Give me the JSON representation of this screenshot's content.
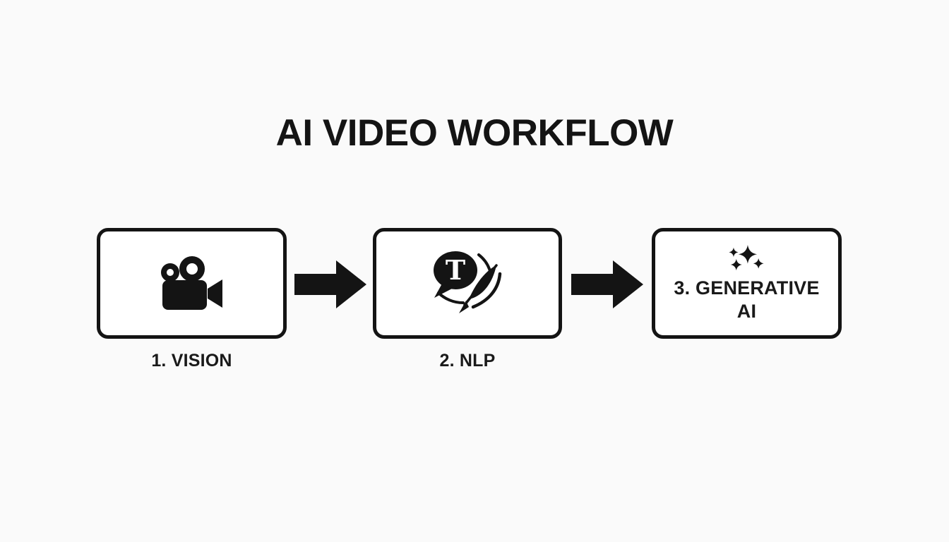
{
  "title": "AI VIDEO WORKFLOW",
  "colors": {
    "ink": "#141414",
    "background": "#fafafa",
    "box_fill": "#ffffff"
  },
  "workflow": {
    "steps": [
      {
        "label": "1. VISION",
        "icon": "video-camera-icon",
        "label_position": "below-box"
      },
      {
        "label": "2. NLP",
        "icon": "speech-bubble-quill-icon",
        "bubble_letter": "T",
        "label_position": "below-box"
      },
      {
        "label": "3. GENERATIVE AI",
        "icon": "sparkles-icon",
        "label_position": "inside-box"
      }
    ],
    "connectors": [
      "arrow-right",
      "arrow-right"
    ]
  }
}
